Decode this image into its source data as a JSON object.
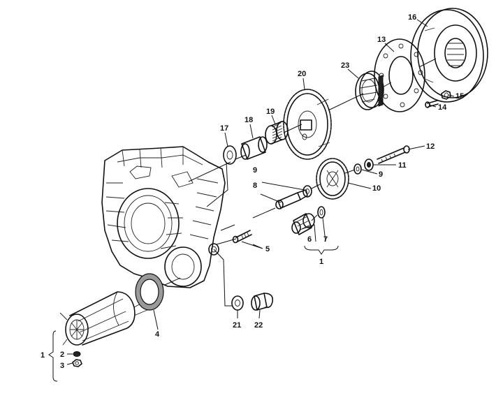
{
  "callouts": [
    {
      "id": "c1a",
      "text": "1"
    },
    {
      "id": "c1b",
      "text": "1"
    },
    {
      "id": "c2",
      "text": "2"
    },
    {
      "id": "c3",
      "text": "3"
    },
    {
      "id": "c4",
      "text": "4"
    },
    {
      "id": "c5",
      "text": "5"
    },
    {
      "id": "c6",
      "text": "6"
    },
    {
      "id": "c7",
      "text": "7"
    },
    {
      "id": "c8",
      "text": "8"
    },
    {
      "id": "c9a",
      "text": "9"
    },
    {
      "id": "c9b",
      "text": "9"
    },
    {
      "id": "c10",
      "text": "10"
    },
    {
      "id": "c11",
      "text": "11"
    },
    {
      "id": "c12",
      "text": "12"
    },
    {
      "id": "c13",
      "text": "13"
    },
    {
      "id": "c14",
      "text": "14"
    },
    {
      "id": "c15",
      "text": "15"
    },
    {
      "id": "c16",
      "text": "16"
    },
    {
      "id": "c17",
      "text": "17"
    },
    {
      "id": "c18",
      "text": "18"
    },
    {
      "id": "c19",
      "text": "19"
    },
    {
      "id": "c20",
      "text": "20"
    },
    {
      "id": "c21",
      "text": "21"
    },
    {
      "id": "c22",
      "text": "22"
    },
    {
      "id": "c23",
      "text": "23"
    }
  ]
}
